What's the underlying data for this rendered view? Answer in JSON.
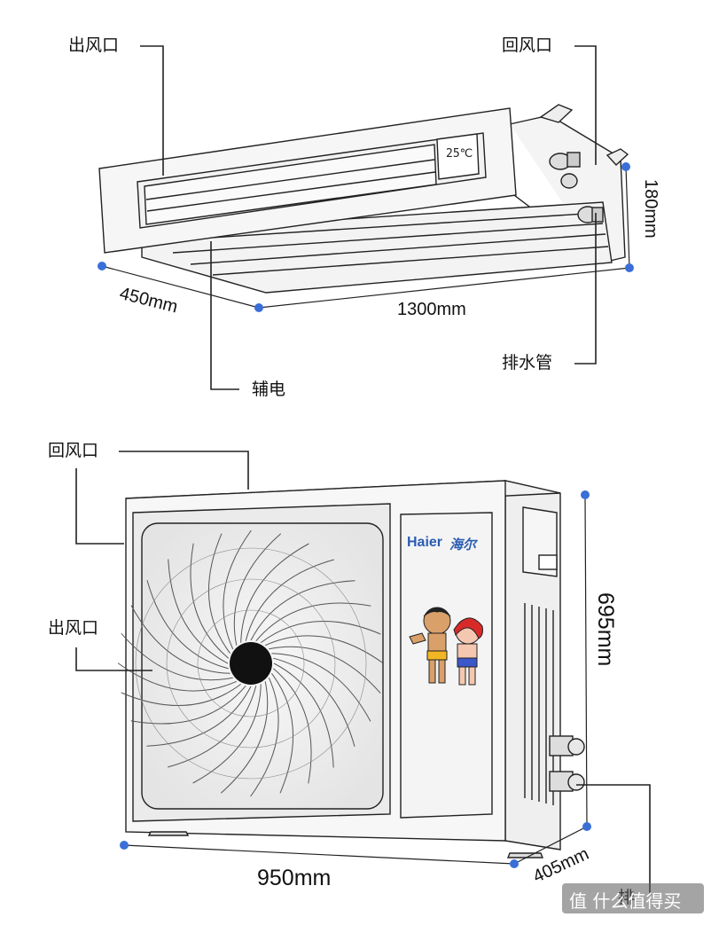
{
  "indoor_unit": {
    "outlet_label": "出风口",
    "return_label": "回风口",
    "drain_label": "排水管",
    "aux_heat_label": "辅电",
    "width_dim": "1300mm",
    "depth_dim": "450mm",
    "height_dim": "180mm",
    "display_temp": "25℃"
  },
  "outdoor_unit": {
    "return_label": "回风口",
    "outlet_label": "出风口",
    "width_dim": "950mm",
    "depth_dim": "405mm",
    "height_dim": "695mm",
    "drain_label_partial": "排",
    "brand_en": "Haier",
    "brand_cn": "海尔"
  },
  "watermark": {
    "text": "值 什么值得买"
  },
  "colors": {
    "line": "#222222",
    "dim_dot": "#3a6fd8",
    "brand": "#2a5db0"
  }
}
